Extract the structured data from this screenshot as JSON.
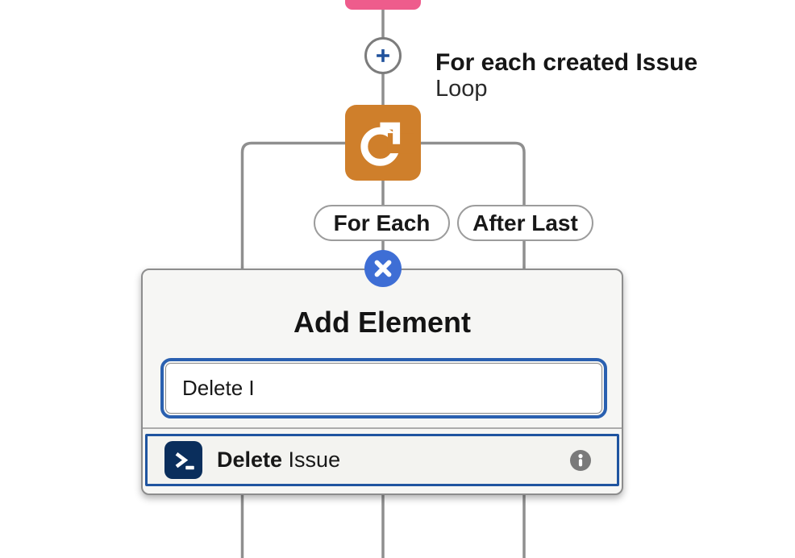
{
  "flow": {
    "node_label": "For each created Issue",
    "node_type": "Loop",
    "branches": [
      {
        "label": "For Each"
      },
      {
        "label": "After Last"
      }
    ],
    "icons": {
      "add_node": "plus-icon",
      "loop_node": "loop-circular-arrow-icon",
      "pink_node": "partial-pink-node-edge"
    }
  },
  "popup": {
    "title": "Add Element",
    "close_icon": "x-close-icon",
    "search": {
      "value": "Delete I"
    },
    "results": [
      {
        "label_match": "Delete",
        "label_rest": " Issue",
        "icon": "terminal-prompt-icon",
        "info": "info-icon"
      }
    ]
  },
  "colors": {
    "pink_node": "#EE5C8C",
    "loop_orange": "#CF7F2B",
    "connector_gray": "#8F8F8F",
    "close_button_blue": "#3E6ED5",
    "input_focus_blue": "#2A60B0",
    "result_border_blue": "#1F54A0",
    "terminal_navy": "#0A2E5C",
    "plus_blue": "#20529C",
    "info_gray": "#7A7A7A"
  }
}
